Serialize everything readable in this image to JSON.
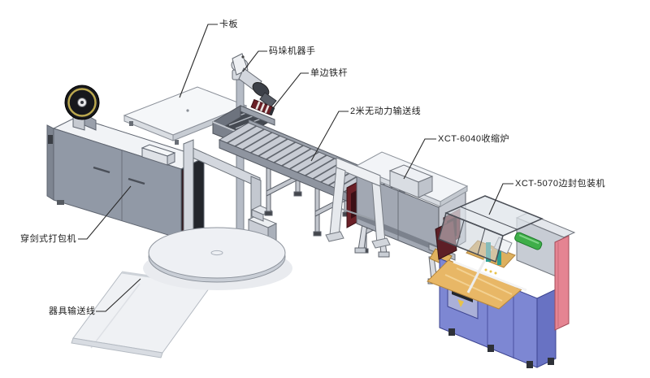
{
  "diagram": {
    "kind": "isometric packaging line layout",
    "labels": {
      "pallet": "卡板",
      "palletizing_robot": "码垛机器手",
      "side_guard_bar": "单边铁杆",
      "gravity_conveyor": "2米无动力输送线",
      "shrink_oven": "XCT-6040收缩炉",
      "side_sealer": "XCT-5070边封包装机",
      "strapping_machine": "穿剑式打包机",
      "equipment_conveyor": "器具输送线"
    },
    "palette": {
      "machine_gray": "#a2a8b3",
      "machine_light": "#f2f4f7",
      "machine_dark_side": "#23262c",
      "maroon_opening": "#6b2027",
      "red_panel": "#7a2129",
      "pink_panel": "#e58492",
      "blue_base": "#7d87d3",
      "blue_side": "#6872c3",
      "green_roller": "#3fae49",
      "deck_orange": "#e8b766",
      "film_reel_black": "#17181c",
      "film_reel_yellow": "#d8c258",
      "background": "#ffffff",
      "line_color": "#2b2b2b"
    }
  }
}
